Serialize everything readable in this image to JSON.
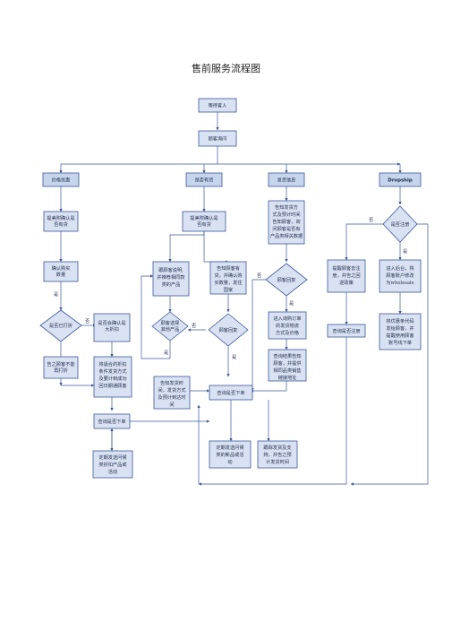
{
  "title": "售前服务流程图",
  "nodes": {
    "start": "等待客人",
    "inquiry": "顾客询问",
    "cat_price": "价格优惠",
    "cat_stock": "是否有货",
    "cat_ship": "发货信息",
    "cat_drop": "Dropship",
    "p_confirm_stock": [
      "提美附确认是",
      "否有货"
    ],
    "p_confirm_qty": [
      "确认购买",
      "数量"
    ],
    "p_discount_q": "是否已打折",
    "p_no_discount": [
      "告之顾客不能",
      "再打折"
    ],
    "p_over_limit": [
      "是否会确认是",
      "大折扣"
    ],
    "p_plan": [
      "将适合的折扣",
      "条件发货方式",
      "及要计到成功",
      "回日期通顾客"
    ],
    "s_confirm_stock": [
      "提美附确认是",
      "否有货"
    ],
    "s_explain": [
      "跟顾客说明,",
      "并推荐相同款",
      "类的产品"
    ],
    "s_check": [
      "告知顾客有",
      "货，并确认购",
      "买数量，发往",
      "国家"
    ],
    "s_choose": [
      "顾客选择",
      "其他产品"
    ],
    "s_reply": "顾客回复",
    "s_ask_ship": [
      "告知发货时",
      "间，发货方式",
      "及预计到达时",
      "间"
    ],
    "i_ask": [
      "告知发货方",
      "式及预计时间",
      "告知顾客，询",
      "问顾客是否有",
      "产品类相关数据"
    ],
    "i_reply": "顾客回复",
    "i_match": [
      "进入询购订单",
      "的发货物流",
      "方式及价格"
    ],
    "i_track": [
      "查询结果告知",
      "顾客，并提供",
      "相同品类销售",
      "链接地址"
    ],
    "d_q": "是否注册",
    "d_contact": [
      "提醒顾客去注",
      "册，并告之回",
      "逆政策"
    ],
    "d_register": [
      "进入后台，将",
      "顾客账户修改",
      "为wholesale"
    ],
    "d_confirm": "查询是否注册",
    "d_notify": [
      "将优惠条代码",
      "发给顾客，并",
      "提醒使用顾客",
      "账号线下单"
    ],
    "order_q": "查询是否下单",
    "order_done": "查询是否下单",
    "follow_a": [
      "定期发送问候",
      "类的新品或活",
      "动"
    ],
    "follow_b": [
      "跟踪发货及支",
      "持，并告之预",
      "计发货时间"
    ],
    "follow_c": [
      "定期发送问候",
      "类折扣产品或",
      "活动"
    ]
  },
  "labels": {
    "yes": "是",
    "no": "否"
  }
}
